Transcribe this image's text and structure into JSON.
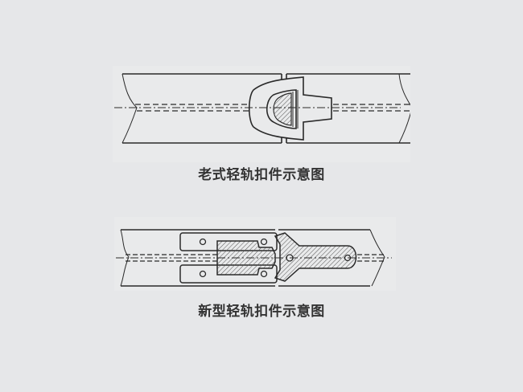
{
  "diagrams": [
    {
      "id": "old",
      "caption": "老式轻轨扣件示意图",
      "description": "old-style light rail fastener: two rail ends joined by a bell-shaped clip with hatched wedge"
    },
    {
      "id": "new",
      "caption": "新型轻轨扣件示意图",
      "description": "new-style light rail fastener: two side plates with bolt holes and a hatched T-shaped connector with elongated tongue"
    }
  ],
  "colors": {
    "background": "#e6e7e9",
    "line": "#2a2a2a",
    "hatch": "#555555",
    "caption": "#333333"
  }
}
